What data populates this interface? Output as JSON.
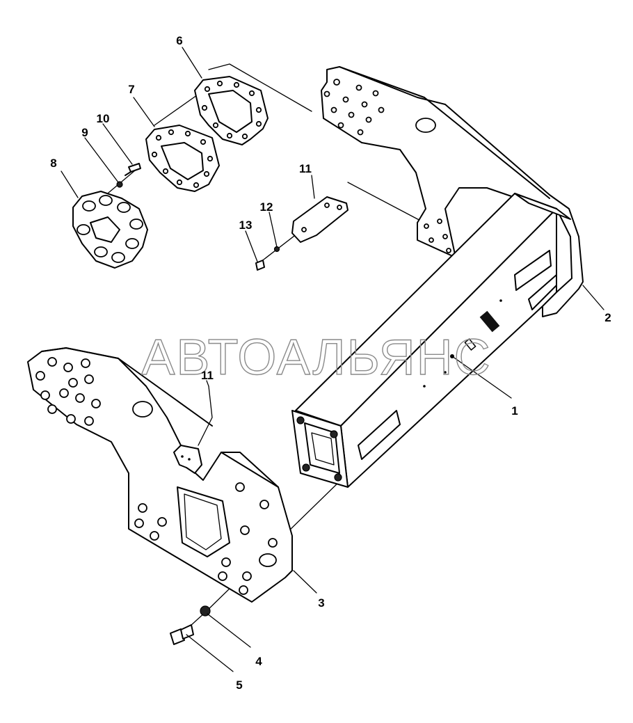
{
  "watermark": "АВТОАЛЬЯНС",
  "callouts": [
    {
      "id": "callout-1",
      "label": "1"
    },
    {
      "id": "callout-2",
      "label": "2"
    },
    {
      "id": "callout-3",
      "label": "3"
    },
    {
      "id": "callout-4",
      "label": "4"
    },
    {
      "id": "callout-5",
      "label": "5"
    },
    {
      "id": "callout-6",
      "label": "6"
    },
    {
      "id": "callout-7",
      "label": "7"
    },
    {
      "id": "callout-8",
      "label": "8"
    },
    {
      "id": "callout-9",
      "label": "9"
    },
    {
      "id": "callout-10",
      "label": "10"
    },
    {
      "id": "callout-11a",
      "label": "11"
    },
    {
      "id": "callout-11b",
      "label": "11"
    },
    {
      "id": "callout-12",
      "label": "12"
    },
    {
      "id": "callout-13",
      "label": "13"
    }
  ]
}
